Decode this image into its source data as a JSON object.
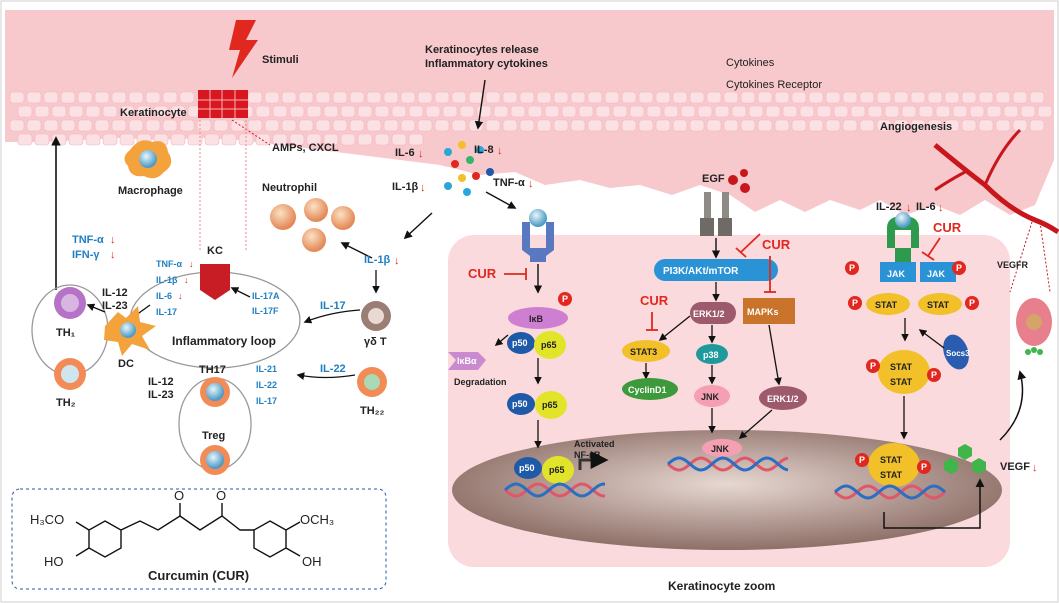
{
  "top": {
    "stimuli": "Stimuli",
    "keratinocyte": "Keratinocyte",
    "amps": "AMPs, CXCL",
    "release_line1": "Keratinocytes release",
    "release_line2": "Inflammatory cytokines",
    "cytokines": "Cytokines",
    "cytokines_receptor": "Cytokines Receptor",
    "angiogenesis": "Angiogenesis"
  },
  "left": {
    "macrophage": "Macrophage",
    "neutrophil": "Neutrophil",
    "tnf": "TNF-α",
    "ifn": "IFN-γ",
    "il12": "IL-12",
    "il23": "IL-23",
    "th1": "TH₁",
    "th2": "TH₂",
    "dc": "DC",
    "kc": "KC",
    "kc_tnf": "TNF-α",
    "kc_il1b": "IL-1β",
    "kc_il6": "IL-6",
    "kc_il17": "IL-17",
    "il17a": "IL-17A",
    "il17f": "IL-17F",
    "il17": "IL-17",
    "loop": "Inflammatory loop",
    "il1b": "IL-1β",
    "gdt": "γδ T",
    "th17": "TH17",
    "il12b": "IL-12",
    "il23b": "IL-23",
    "il21": "IL-21",
    "il22": "IL-22",
    "il17b": "IL-17",
    "il22_th22": "IL-22",
    "th22": "TH₂₂",
    "treg": "Treg",
    "down": "↓"
  },
  "cytokines": {
    "il6": "IL-6",
    "il8": "IL-8",
    "il1b": "IL-1β",
    "tnf": "TNF-α"
  },
  "curcumin": {
    "h3co": "H₃CO",
    "och3": "OCH₃",
    "ho": "HO",
    "oh": "OH",
    "o1": "O",
    "o2": "O",
    "name": "Curcumin (CUR)"
  },
  "zoom": {
    "title": "Keratinocyte zoom",
    "cur": "CUR",
    "p": "P",
    "ikb": "IκB",
    "p50": "p50",
    "p65": "p65",
    "ikba": "IκBα",
    "degradation": "Degradation",
    "activated1": "Activated",
    "activated2": "NF-κB",
    "egf": "EGF",
    "pi3k": "PI3K/AKt/mTOR",
    "erk": "ERK1/2",
    "mapks": "MAPKs",
    "stat3": "STAT3",
    "cyclind1": "CyclinD1",
    "p38": "p38",
    "jnk": "JNK",
    "erk2": "ERK1/2",
    "jnk2": "JNK",
    "il22": "IL-22",
    "il6": "IL-6",
    "jak": "JAK",
    "stat": "STAT",
    "socs3": "Socs3",
    "vegfr": "VEGFR",
    "vegf": "VEGF"
  },
  "colors": {
    "skin": "#f7c9cc",
    "cell_inner": "#fbe1e3",
    "zoom_bg": "#fadadd",
    "nucleus": "#b49a93",
    "cur_red": "#e0281f",
    "label_blue": "#1f7fc4"
  }
}
